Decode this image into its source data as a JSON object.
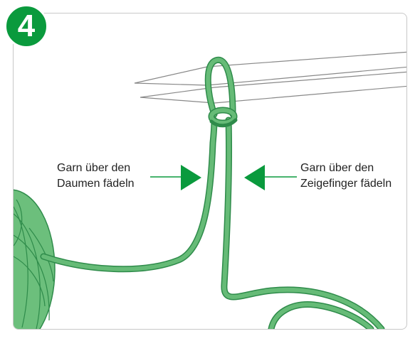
{
  "step": {
    "number": "4"
  },
  "labels": {
    "left": {
      "line1": "Garn über den",
      "line2": "Daumen fädeln"
    },
    "right": {
      "line1": "Garn über den",
      "line2": "Zeigefinger fädeln"
    }
  },
  "colors": {
    "accent": "#0a9a3d",
    "yarn": "#66bb77",
    "yarn_outline": "#2e8b4a",
    "needle_outline": "#888888"
  },
  "icons": {
    "arrow_left": "triangle-arrow-right-icon",
    "arrow_right": "triangle-arrow-left-icon"
  }
}
